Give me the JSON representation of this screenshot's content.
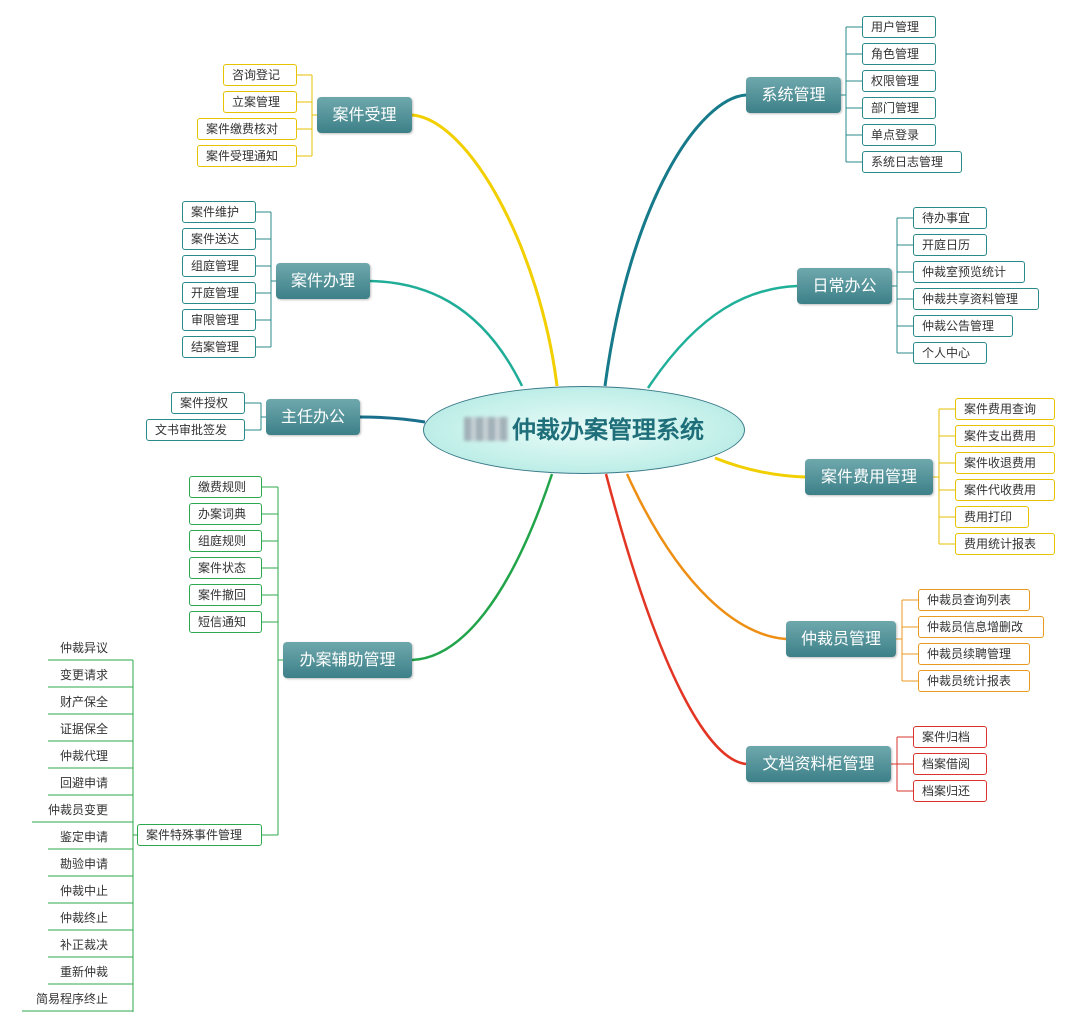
{
  "central": {
    "title": "仲裁办案管理系统"
  },
  "branches": [
    {
      "id": "b_shouli",
      "label": "案件受理",
      "color": "#f2cf00",
      "leaf_style": "yellow",
      "items": [
        "咨询登记",
        "立案管理",
        "案件缴费核对",
        "案件受理通知"
      ]
    },
    {
      "id": "b_banli",
      "label": "案件办理",
      "color": "#20ad98",
      "leaf_style": "teal",
      "items": [
        "案件维护",
        "案件送达",
        "组庭管理",
        "开庭管理",
        "审限管理",
        "结案管理"
      ]
    },
    {
      "id": "b_zhuren",
      "label": "主任办公",
      "color": "#1a6f8c",
      "leaf_style": "teal",
      "items": [
        "案件授权",
        "文书审批签发"
      ]
    },
    {
      "id": "b_fuzhu",
      "label": "办案辅助管理",
      "color": "#22a54a",
      "leaf_style": "green",
      "items": [
        "缴费规则",
        "办案词典",
        "组庭规则",
        "案件状态",
        "案件撤回",
        "短信通知",
        "案件特殊事件管理"
      ],
      "special": {
        "label": "案件特殊事件管理",
        "items": [
          "仲裁异议",
          "变更请求",
          "财产保全",
          "证据保全",
          "仲裁代理",
          "回避申请",
          "仲裁员变更",
          "鉴定申请",
          "勘验申请",
          "仲裁中止",
          "仲裁终止",
          "补正裁决",
          "重新仲裁",
          "简易程序终止"
        ]
      }
    },
    {
      "id": "b_xitong",
      "label": "系统管理",
      "color": "#167a8a",
      "leaf_style": "teal",
      "items": [
        "用户管理",
        "角色管理",
        "权限管理",
        "部门管理",
        "单点登录",
        "系统日志管理"
      ]
    },
    {
      "id": "b_richang",
      "label": "日常办公",
      "color": "#20b09a",
      "leaf_style": "teal",
      "items": [
        "待办事宜",
        "开庭日历",
        "仲裁室预览统计",
        "仲裁共享资料管理",
        "仲裁公告管理",
        "个人中心"
      ]
    },
    {
      "id": "b_feiyong",
      "label": "案件费用管理",
      "color": "#f2cf00",
      "leaf_style": "yellow",
      "items": [
        "案件费用查询",
        "案件支出费用",
        "案件收退费用",
        "案件代收费用",
        "费用打印",
        "费用统计报表"
      ]
    },
    {
      "id": "b_zhongcaiyuan",
      "label": "仲裁员管理",
      "color": "#ee8f14",
      "leaf_style": "orange",
      "items": [
        "仲裁员查询列表",
        "仲裁员信息增删改",
        "仲裁员续聘管理",
        "仲裁员统计报表"
      ]
    },
    {
      "id": "b_dangan",
      "label": "文档资料柜管理",
      "color": "#e23524",
      "leaf_style": "red",
      "items": [
        "案件归档",
        "档案借阅",
        "档案归还"
      ]
    }
  ]
}
